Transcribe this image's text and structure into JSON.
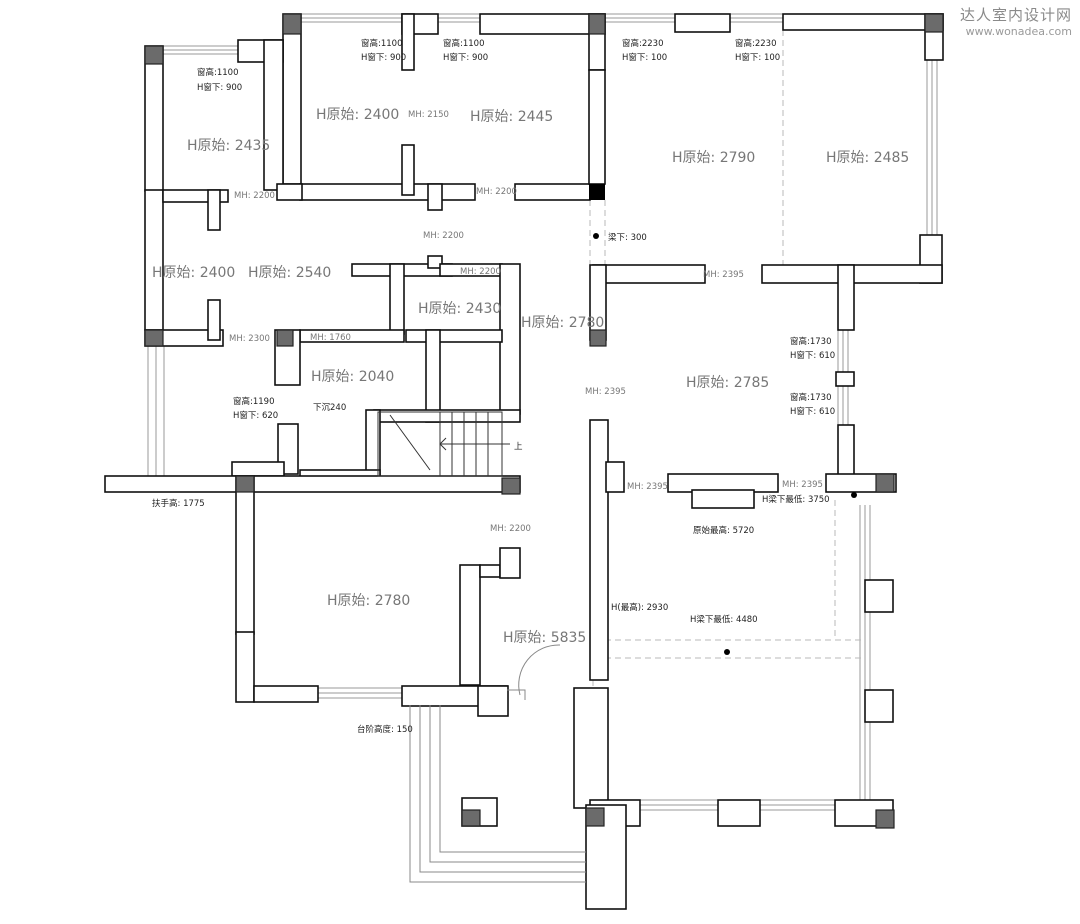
{
  "watermark": {
    "brand": "达人室内设计网",
    "url": "www.wonadea.com"
  },
  "rooms": [
    {
      "id": "r1",
      "text": "H原始: 2400"
    },
    {
      "id": "r2",
      "text": "H原始: 2445"
    },
    {
      "id": "r3",
      "text": "H原始: 2790"
    },
    {
      "id": "r4",
      "text": "H原始: 2485"
    },
    {
      "id": "r5",
      "text": "H原始: 2435"
    },
    {
      "id": "r6",
      "text": "H原始: 2400"
    },
    {
      "id": "r7",
      "text": "H原始: 2540"
    },
    {
      "id": "r8",
      "text": "H原始: 2430"
    },
    {
      "id": "r9",
      "text": "H原始: 2780"
    },
    {
      "id": "r10",
      "text": "H原始: 2040"
    },
    {
      "id": "r11",
      "text": "H原始: 2785"
    },
    {
      "id": "r12",
      "text": "H原始: 2780"
    },
    {
      "id": "r13",
      "text": "H原始: 5835"
    }
  ],
  "notes": [
    {
      "id": "n1",
      "text": "窗高:1100"
    },
    {
      "id": "n2",
      "text": "H窗下: 900"
    },
    {
      "id": "n3",
      "text": "窗高:1100"
    },
    {
      "id": "n4",
      "text": "H窗下: 900"
    },
    {
      "id": "n5",
      "text": "窗高:2230"
    },
    {
      "id": "n6",
      "text": "H窗下: 100"
    },
    {
      "id": "n7",
      "text": "窗高:2230"
    },
    {
      "id": "n8",
      "text": "H窗下: 100"
    },
    {
      "id": "n9",
      "text": "窗高:1100"
    },
    {
      "id": "n10",
      "text": "H窗下: 900"
    },
    {
      "id": "n11",
      "text": "MH: 2150"
    },
    {
      "id": "n12",
      "text": "MH: 2200"
    },
    {
      "id": "n13",
      "text": "MH: 2200"
    },
    {
      "id": "n14",
      "text": "MH: 2200"
    },
    {
      "id": "n15",
      "text": "MH: 2200"
    },
    {
      "id": "n16",
      "text": "梁下: 300"
    },
    {
      "id": "n17",
      "text": "MH: 2395"
    },
    {
      "id": "n18",
      "text": "MH: 2300"
    },
    {
      "id": "n19",
      "text": "MH: 1760"
    },
    {
      "id": "n20",
      "text": "窗高:1730"
    },
    {
      "id": "n21",
      "text": "H窗下: 610"
    },
    {
      "id": "n22",
      "text": "窗高:1730"
    },
    {
      "id": "n23",
      "text": "H窗下: 610"
    },
    {
      "id": "n24",
      "text": "MH: 2395"
    },
    {
      "id": "n25",
      "text": "窗高:1190"
    },
    {
      "id": "n26",
      "text": "H窗下: 620"
    },
    {
      "id": "n27",
      "text": "下沉240"
    },
    {
      "id": "n28",
      "text": "上"
    },
    {
      "id": "n29",
      "text": "MH: 2395"
    },
    {
      "id": "n30",
      "text": "MH: 2395"
    },
    {
      "id": "n31",
      "text": "H梁下最低: 3750"
    },
    {
      "id": "n32",
      "text": "原始最高: 5720"
    },
    {
      "id": "n33",
      "text": "扶手高: 1775"
    },
    {
      "id": "n34",
      "text": "MH: 2200"
    },
    {
      "id": "n35",
      "text": "H(最高): 2930"
    },
    {
      "id": "n36",
      "text": "H梁下最低: 4480"
    },
    {
      "id": "n37",
      "text": "台阶高度: 150"
    }
  ]
}
